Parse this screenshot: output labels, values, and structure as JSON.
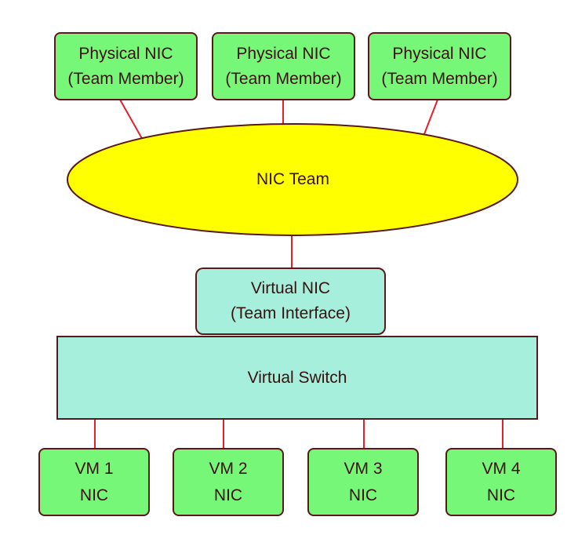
{
  "diagram": {
    "physical_nics": [
      {
        "line1": "Physical NIC",
        "line2": "(Team Member)"
      },
      {
        "line1": "Physical NIC",
        "line2": "(Team Member)"
      },
      {
        "line1": "Physical NIC",
        "line2": "(Team Member)"
      }
    ],
    "nic_team": {
      "label": "NIC Team"
    },
    "virtual_nic": {
      "line1": "Virtual NIC",
      "line2": "(Team Interface)"
    },
    "virtual_switch": {
      "label": "Virtual Switch"
    },
    "vm_nics": [
      {
        "line1": "VM 1",
        "line2": "NIC"
      },
      {
        "line1": "VM 2",
        "line2": "NIC"
      },
      {
        "line1": "VM 3",
        "line2": "NIC"
      },
      {
        "line1": "VM 4",
        "line2": "NIC"
      }
    ],
    "colors": {
      "physical_nic_fill": "#77f777",
      "team_fill": "#ffff00",
      "virtual_fill": "#a5efdc",
      "connector": "#e0202a",
      "border": "#5a1818",
      "text": "#3a1010"
    }
  }
}
